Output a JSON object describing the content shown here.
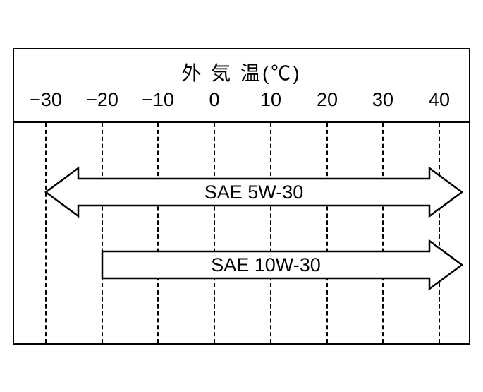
{
  "title": "外 気 温(℃)",
  "axis": {
    "ticks": [
      "−30",
      "−20",
      "−10",
      "0",
      "10",
      "20",
      "30",
      "40"
    ]
  },
  "arrows": [
    {
      "label": "SAE 5W-30"
    },
    {
      "label": "SAE 10W-30"
    }
  ],
  "colors": {
    "line": "#000000",
    "background": "#ffffff"
  },
  "chart_data": {
    "type": "bar",
    "subtype": "horizontal-range-arrows",
    "title": "外 気 温(℃)",
    "x_ticks": [
      -30,
      -20,
      -10,
      0,
      10,
      20,
      30,
      40
    ],
    "x_tick_labels": [
      "−30",
      "−20",
      "−10",
      "0",
      "10",
      "20",
      "30",
      "40"
    ],
    "xlim": [
      -33,
      44
    ],
    "grid": {
      "vertical_dashed": true
    },
    "legend_position": "none",
    "series": [
      {
        "name": "SAE 5W-30",
        "range": [
          -30,
          40
        ],
        "left_arrowhead": true,
        "right_arrowhead": true
      },
      {
        "name": "SAE 10W-30",
        "range": [
          -20,
          40
        ],
        "left_arrowhead": false,
        "right_arrowhead": true
      }
    ]
  }
}
